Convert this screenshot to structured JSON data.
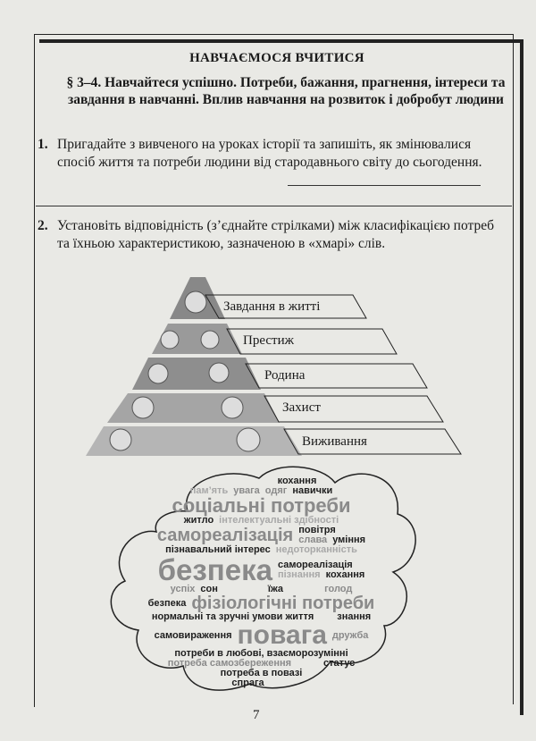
{
  "header": "НАВЧАЄМОСЯ ВЧИТИСЯ",
  "section": "§ 3–4. Навчайтеся успішно. Потреби, бажання, прагнення, інтереси та завдання в навчанні. Вплив навчання на розвиток і добробут людини",
  "tasks": [
    {
      "number": "1.",
      "text": "Пригадайте з вивченого на уроках історії та запишіть, як змінювалися спосіб життя та потреби людини від стародавнього світу до сьогодення."
    },
    {
      "number": "2.",
      "text": "Установіть відповідність (з’єднайте стрілками) між класифікацією потреб та їхньою характеристикою, зазначеною в «хмарі» слів."
    }
  ],
  "pyramid": [
    "Завдання в житті",
    "Престиж",
    "Родина",
    "Захист",
    "Виживання"
  ],
  "cloud": [
    "кохання",
    "навички",
    "пам’ять",
    "увага",
    "одяг",
    "соціальні потреби",
    "інтелектуальні здібності",
    "житло",
    "самореалізація",
    "повітря",
    "слава",
    "уміння",
    "пізнавальний інтерес",
    "недоторканність",
    "безпека",
    "самореалізація",
    "пізнання",
    "кохання",
    "успіх",
    "сон",
    "їжа",
    "голод",
    "безпека",
    "фізіологічні потреби",
    "нормальні та зручні умови життя",
    "знання",
    "самовираження",
    "повага",
    "дружба",
    "потреби в любові, взаєморозумінні",
    "потреба самозбереження",
    "статус",
    "потреба в повазі",
    "спрага"
  ],
  "page_number": "7"
}
